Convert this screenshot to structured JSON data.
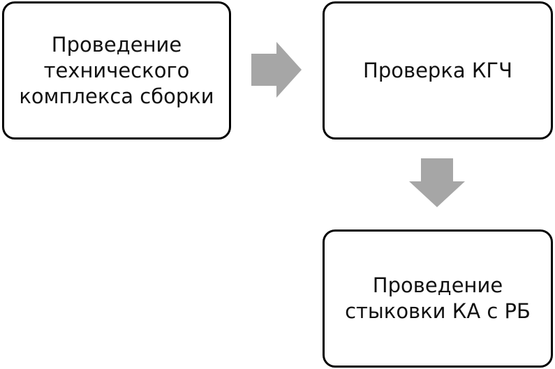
{
  "flow": {
    "steps": [
      {
        "lines": [
          "Проведение",
          "технического",
          "комплекса сборки"
        ]
      },
      {
        "lines": [
          "Проверка КГЧ"
        ]
      },
      {
        "lines": [
          "Проведение",
          "стыковки КА с РБ"
        ]
      }
    ],
    "arrows": [
      {
        "from": 0,
        "to": 1,
        "direction": "right"
      },
      {
        "from": 1,
        "to": 2,
        "direction": "down"
      }
    ]
  },
  "colors": {
    "box_border": "#000000",
    "box_fill": "#ffffff",
    "text": "#111111",
    "arrow": "#a6a6a6"
  }
}
